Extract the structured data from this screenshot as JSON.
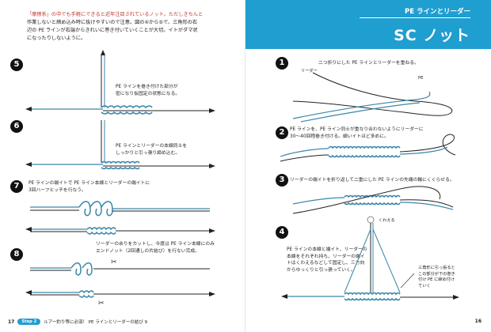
{
  "left_page": {
    "intro_lines": [
      "「摩擦系」の中でも手軽にできると近年注目されているノット。ただしきちんと",
      "作業しないと締め込み時に抜けやすいので注意。図の④から⑤で、三角形の右",
      "辺の PE ラインが右端からきれいに巻き付いていくことが大切。イトがダマ状",
      "になったりしないように。"
    ],
    "steps": [
      {
        "number": "5",
        "caption": [
          "PE ラインを巻き付けた部分が",
          "密になり仮固定の状態になる。"
        ]
      },
      {
        "number": "6",
        "caption": [
          "PE ラインとリーダーの本線同士を",
          "しっかりと引っ張り締め込む。"
        ]
      },
      {
        "number": "7",
        "caption": [
          "PE ラインの端イトで PE ライン本線とリーダーの端イトに",
          "3回ハーフヒッチを行なう。"
        ]
      },
      {
        "number": "8",
        "caption": [
          "リーダーの余りをカットし、今度は PE ライン本線にのみ",
          "エンドノット（2回通しの片結び）を行ない完成。"
        ]
      }
    ],
    "footer": {
      "page_number": "17",
      "badge": "Step 2",
      "text": "ルアー釣り等に必須！ PE ラインとリーダーの結び 9"
    }
  },
  "right_page": {
    "header": {
      "subtitle": "PE ラインとリーダー",
      "title": "SC ノット"
    },
    "steps": [
      {
        "number": "1",
        "caption": [
          "二つ折りにした PE ラインとリーダーを重ねる。"
        ],
        "labels": [
          "リーダー",
          "PE"
        ]
      },
      {
        "number": "2",
        "caption": [
          "PE ラインを、PE ライン同士が重なり合わないようにリーダーに",
          "30～40回程巻き付ける。細いイトほど多めに。"
        ]
      },
      {
        "number": "3",
        "caption": [
          "リーダーの端イトを折り返して二重にした PE ラインの先端の輪にくぐらせる。"
        ]
      },
      {
        "number": "4",
        "caption": [
          "PE ラインの本線と端イト、リーダーの",
          "本線をそれぞれ持ち、リーダーの端イ",
          "トはくわえるなどして固定し、三方向",
          "からゆっくりと引っ張っていく。"
        ],
        "labels": [
          "くわえる"
        ],
        "note": [
          "三角形に引っ張ると",
          "この部分が下の巻き",
          "付け PE に締め付け",
          "ていく"
        ]
      }
    ],
    "footer": {
      "page_number": "16"
    }
  },
  "colors": {
    "accent": "#1f9ed0",
    "line_blue": "#3a87a8",
    "red_arrow": "#c0392b"
  }
}
